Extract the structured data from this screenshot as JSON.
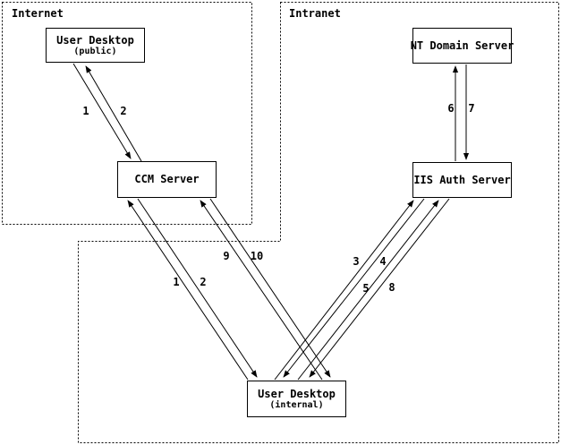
{
  "zones": {
    "internet": {
      "label": "Internet"
    },
    "intranet": {
      "label": "Intranet"
    }
  },
  "nodes": {
    "desktop_public": {
      "title": "User Desktop",
      "subtitle": "(public)"
    },
    "ccm": {
      "title": "CCM Server"
    },
    "nt_domain": {
      "title": "NT Domain Server"
    },
    "iis_auth": {
      "title": "IIS Auth Server"
    },
    "desktop_internal": {
      "title": "User Desktop",
      "subtitle": "(internal)"
    }
  },
  "flow_labels": {
    "public_1": "1",
    "public_2": "2",
    "nt_6": "6",
    "nt_7": "7",
    "ccm_9": "9",
    "ccm_10": "10",
    "internal_1": "1",
    "internal_2": "2",
    "iis_3": "3",
    "iis_4": "4",
    "iis_5": "5",
    "iis_8": "8"
  },
  "colors": {
    "background": "#ffffff",
    "line": "#000000",
    "text": "#000000"
  }
}
